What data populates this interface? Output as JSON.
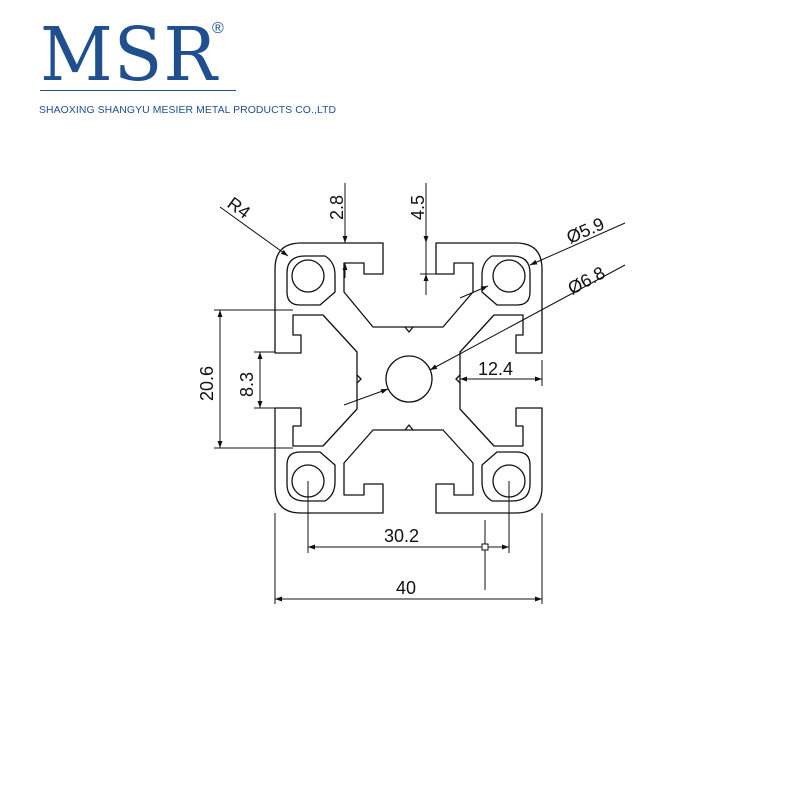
{
  "brand": {
    "logo_text": "MSR",
    "registered_mark": "®",
    "company_name": "SHAOXING SHANGYU MESIER METAL PRODUCTS CO.,LTD",
    "color": "#1f4f8f"
  },
  "drawing": {
    "line_color": "#111111",
    "dimensions": {
      "radius": "R4",
      "slot_top": "2.8",
      "slot_depth": "4.5",
      "hole_small": "Ø5.9",
      "hole_center": "Ø6.8",
      "height_outer": "20.6",
      "height_inner": "8.3",
      "inner_width": "12.4",
      "hole_spacing": "30.2",
      "overall_width": "40"
    }
  }
}
